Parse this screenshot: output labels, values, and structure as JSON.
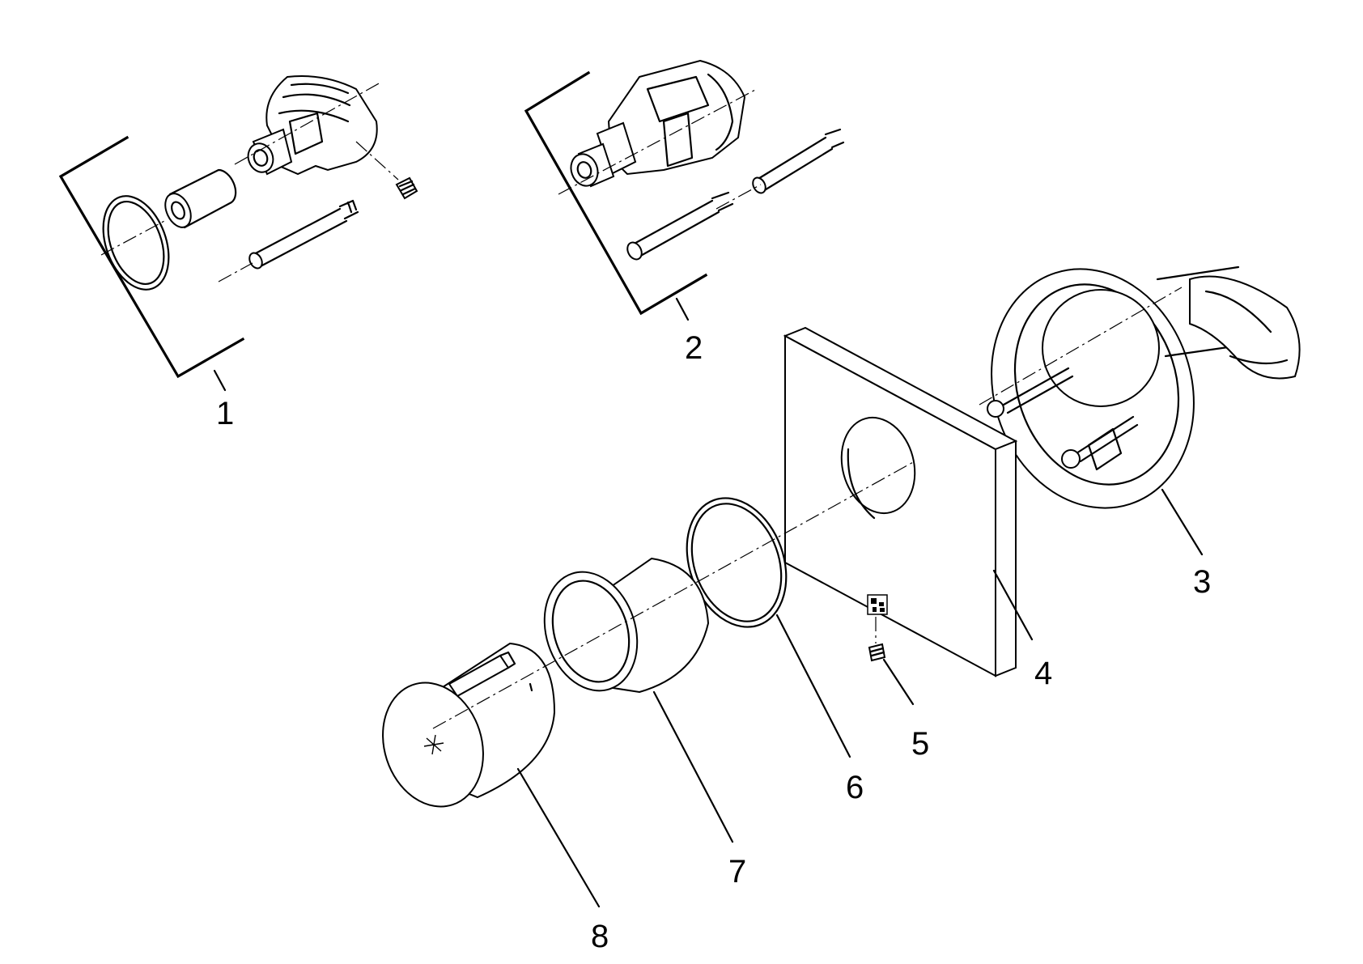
{
  "labels": {
    "p1": "1",
    "p2": "2",
    "p3": "3",
    "p4": "4",
    "p5": "5",
    "p6": "6",
    "p7": "7",
    "p8": "8"
  },
  "colors": {
    "ink": "#000000",
    "paper": "#ffffff"
  }
}
